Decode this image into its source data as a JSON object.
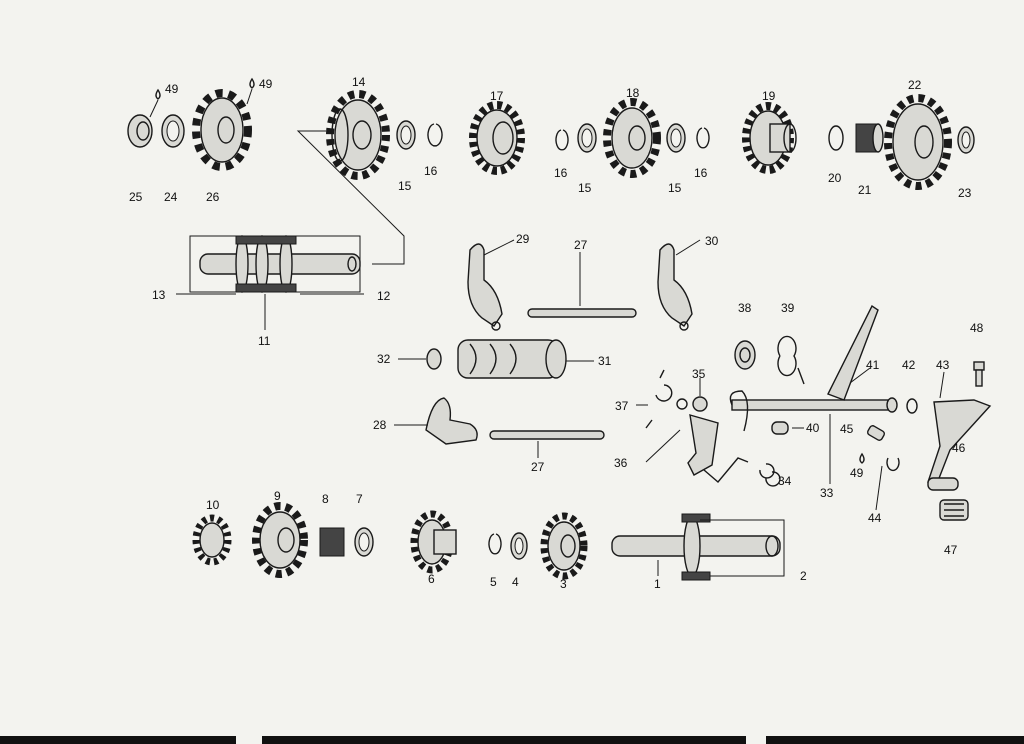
{
  "diagram": {
    "labels": {
      "p1": "1",
      "p2": "2",
      "p3": "3",
      "p4": "4",
      "p5": "5",
      "p6": "6",
      "p7": "7",
      "p8": "8",
      "p9": "9",
      "p10": "10",
      "p11": "11",
      "p12": "12",
      "p13": "13",
      "p14": "14",
      "p15a": "15",
      "p15b": "15",
      "p15c": "15",
      "p16a": "16",
      "p16b": "16",
      "p16c": "16",
      "p17": "17",
      "p18": "18",
      "p19": "19",
      "p20": "20",
      "p21": "21",
      "p22": "22",
      "p23": "23",
      "p24": "24",
      "p25": "25",
      "p26": "26",
      "p27a": "27",
      "p27b": "27",
      "p28": "28",
      "p29": "29",
      "p30": "30",
      "p31": "31",
      "p32": "32",
      "p33": "33",
      "p34": "34",
      "p35": "35",
      "p36": "36",
      "p37": "37",
      "p38": "38",
      "p39": "39",
      "p40": "40",
      "p41": "41",
      "p42": "42",
      "p43": "43",
      "p44": "44",
      "p45": "45",
      "p46": "46",
      "p47": "47",
      "p48": "48",
      "p49a": "49",
      "p49b": "49",
      "p49c": "49"
    },
    "colors": {
      "paper": "#f3f3ef",
      "ink": "#1a1a1a",
      "part_fill": "#d9d9d4"
    }
  }
}
